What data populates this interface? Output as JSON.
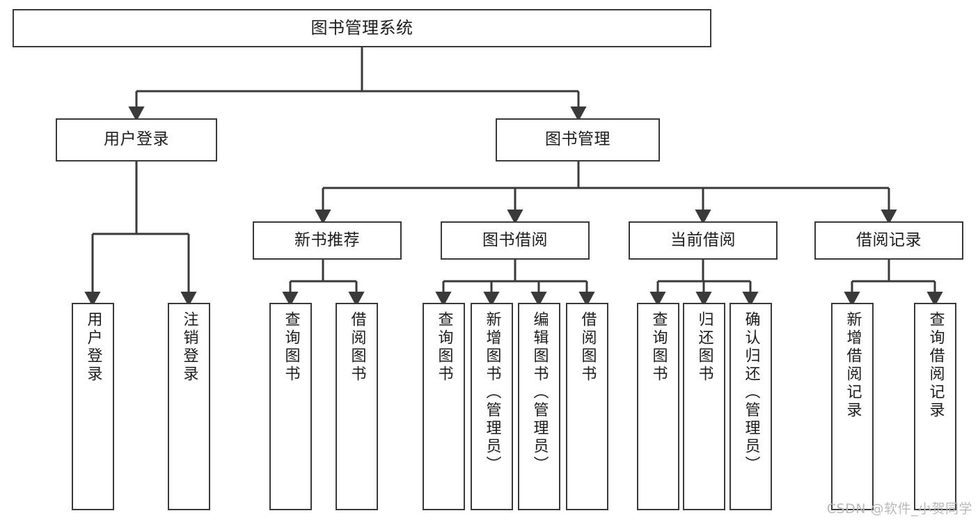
{
  "diagram": {
    "title": "图书管理系统",
    "watermark": "CSDN @软件_小贺同学",
    "line_color": "#3a3a3a",
    "text_color": "#1c1c1c",
    "background": "#ffffff",
    "nodes": {
      "root": {
        "label": "图书管理系统"
      },
      "level1": [
        {
          "key": "user_login",
          "label": "用户登录"
        },
        {
          "key": "book_manage",
          "label": "图书管理"
        }
      ],
      "level2": [
        {
          "key": "new_book_rec",
          "label": "新书推荐"
        },
        {
          "key": "book_borrow",
          "label": "图书借阅"
        },
        {
          "key": "current_borrow",
          "label": "当前借阅"
        },
        {
          "key": "borrow_record",
          "label": "借阅记录"
        }
      ],
      "leaves": {
        "user_login": [
          {
            "key": "leaf_user_login",
            "label": "用户登录"
          },
          {
            "key": "leaf_logout",
            "label": "注销登录"
          }
        ],
        "new_book_rec": [
          {
            "key": "leaf_query_book_1",
            "label": "查询图书"
          },
          {
            "key": "leaf_borrow_book_1",
            "label": "借阅图书"
          }
        ],
        "book_borrow": [
          {
            "key": "leaf_query_book_2",
            "label": "查询图书"
          },
          {
            "key": "leaf_add_book",
            "label": "新增图书（管理员）"
          },
          {
            "key": "leaf_edit_book",
            "label": "编辑图书（管理员）"
          },
          {
            "key": "leaf_borrow_book_2",
            "label": "借阅图书"
          }
        ],
        "current_borrow": [
          {
            "key": "leaf_query_book_3",
            "label": "查询图书"
          },
          {
            "key": "leaf_return_book",
            "label": "归还图书"
          },
          {
            "key": "leaf_confirm_return",
            "label": "确认归还（管理员）"
          }
        ],
        "borrow_record": [
          {
            "key": "leaf_add_record",
            "label": "新增借阅记录"
          },
          {
            "key": "leaf_query_record",
            "label": "查询借阅记录"
          }
        ]
      }
    }
  }
}
